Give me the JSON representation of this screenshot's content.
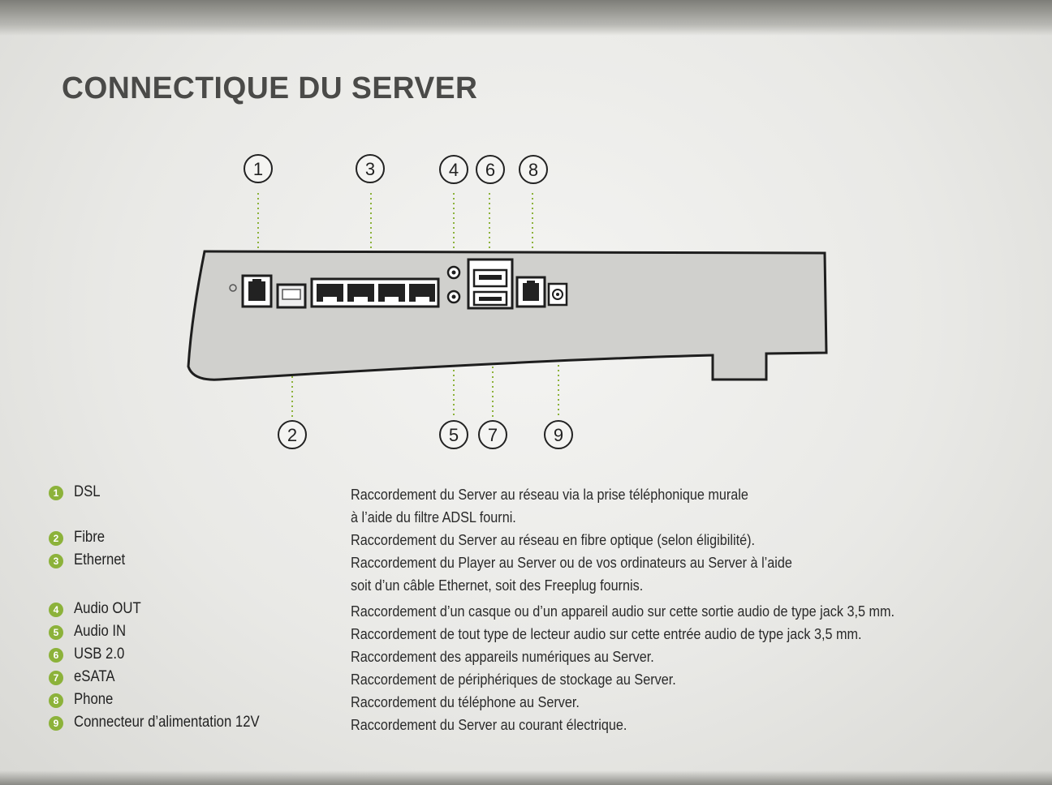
{
  "title": "CONNECTIQUE DU SERVER",
  "callouts": {
    "top": [
      "1",
      "3",
      "4",
      "6",
      "8"
    ],
    "bottom": [
      "2",
      "5",
      "7",
      "9"
    ]
  },
  "legend": [
    {
      "num": "1",
      "label": "DSL",
      "desc": [
        "Raccordement du Server au réseau via la prise téléphonique murale",
        "à l’aide du filtre ADSL fourni."
      ]
    },
    {
      "num": "2",
      "label": "Fibre",
      "desc": [
        "Raccordement du Server au réseau en fibre optique (selon éligibilité)."
      ]
    },
    {
      "num": "3",
      "label": "Ethernet",
      "desc": [
        "Raccordement du Player au Server ou de vos ordinateurs au Server à l’aide",
        "soit d’un câble Ethernet, soit des Freeplug fournis."
      ]
    },
    {
      "num": "4",
      "label": "Audio OUT",
      "desc": [
        "Raccordement d’un casque ou d’un appareil audio sur cette sortie audio de type jack 3,5 mm."
      ]
    },
    {
      "num": "5",
      "label": "Audio IN",
      "desc": [
        "Raccordement de tout type de lecteur audio sur cette entrée audio de type jack 3,5 mm."
      ]
    },
    {
      "num": "6",
      "label": "USB 2.0",
      "desc": [
        "Raccordement des appareils numériques au Server."
      ]
    },
    {
      "num": "7",
      "label": "eSATA",
      "desc": [
        "Raccordement de périphériques de stockage au Server."
      ]
    },
    {
      "num": "8",
      "label": "Phone",
      "desc": [
        "Raccordement du téléphone au Server."
      ]
    },
    {
      "num": "9",
      "label": "Connecteur d’alimentation 12V",
      "desc": [
        "Raccordement du Server au courant électrique."
      ]
    }
  ],
  "colors": {
    "accent": "#8cb23a",
    "device_fill": "#cfcfcc",
    "outline": "#1e1e1e"
  }
}
